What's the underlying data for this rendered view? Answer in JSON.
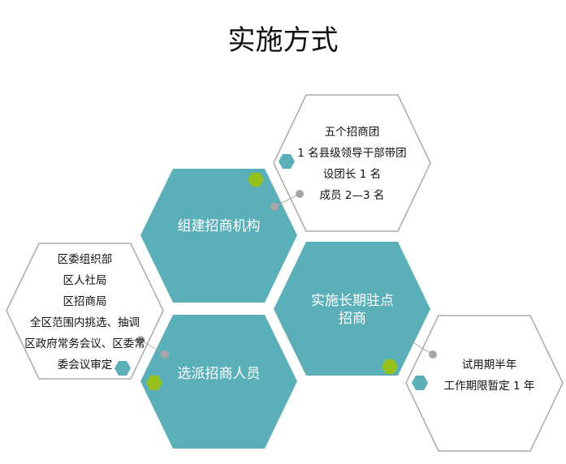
{
  "title": "实施方式",
  "colors": {
    "teal": "#5aafb8",
    "green": "#95c11f",
    "outline": "#aaaaaa",
    "dot": "#a6a6a6"
  },
  "hexes": {
    "organize": "组建招商机构",
    "station": "实施长期驻点招商",
    "select": "选派招商人员"
  },
  "details": {
    "organize": [
      "五个招商团",
      "1 名县级领导干部带团",
      "设团长 1 名",
      "成员 2—3 名"
    ],
    "select": [
      "区委组织部",
      "区人社局",
      "区招商局",
      "全区范围内挑选、抽调",
      "区政府常务会议、区委常",
      "委会议审定"
    ],
    "station": [
      "试用期半年",
      "工作期限暂定 1 年"
    ]
  }
}
